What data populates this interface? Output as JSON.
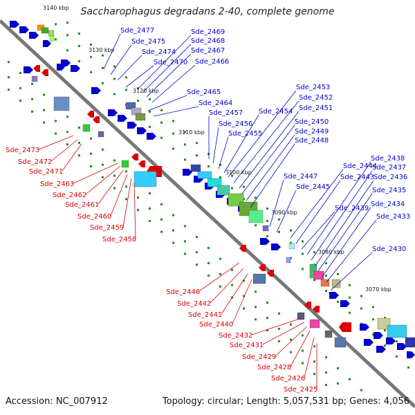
{
  "title": "Saccharophagus degradans 2-40, complete genome",
  "accession_label": "Accession: NC_007912",
  "summary_label": "Topology: circular; Length: 5,057,531 bp; Genes: 4,056",
  "kbp_ticks": [
    "3140 kbp",
    "3130 kbp",
    "3120 kbp",
    "3110 kbp",
    "3100 kbp",
    "3090 kbp",
    "3080 kbp",
    "3070 kbp"
  ],
  "forward_genes": [
    "Sde_2477",
    "Sde_2475",
    "Sde_2474",
    "Sde_2470",
    "Sde_2469",
    "Sde_2468",
    "Sde_2467",
    "Sde_2466",
    "Sde_2465",
    "Sde_2464",
    "Sde_2457",
    "Sde_2456",
    "Sde_2455",
    "Sde_2454",
    "Sde_2453",
    "Sde_2452",
    "Sde_2451",
    "Sde_2450",
    "Sde_2449",
    "Sde_2448",
    "Sde_2447",
    "Sde_2445",
    "Sde_2444",
    "Sde_2443",
    "Sde_2439",
    "Sde_2438",
    "Sde_2437",
    "Sde_2436",
    "Sde_2435",
    "Sde_2434",
    "Sde_2433",
    "Sde_2430"
  ],
  "reverse_genes": [
    "Sde_2473",
    "Sde_2472",
    "Sde_2471",
    "Sde_2463",
    "Sde_2462",
    "Sde_2461",
    "Sde_2460",
    "Sde_2459",
    "Sde_2458",
    "Sde_2446",
    "Sde_2442",
    "Sde_2441",
    "Sde_2440",
    "Sde_2432",
    "Sde_2431",
    "Sde_2429",
    "Sde_2428",
    "Sde_2426",
    "Sde_2425"
  ],
  "colors": {
    "forward": "#0000cc",
    "reverse": "#dd0000",
    "backbone": "#808080",
    "dots": "#1e8a1e"
  }
}
